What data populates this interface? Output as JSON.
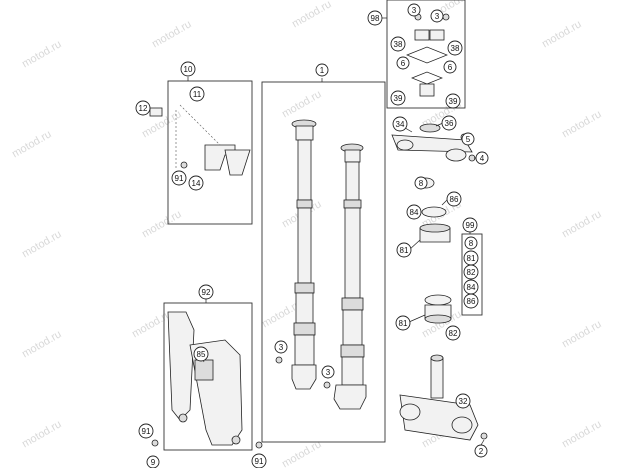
{
  "watermark": "motod.ru",
  "callouts": [
    {
      "id": "1",
      "label": "1"
    },
    {
      "id": "98",
      "label": "98"
    },
    {
      "id": "3a",
      "label": "3"
    },
    {
      "id": "3b",
      "label": "3"
    },
    {
      "id": "38a",
      "label": "38"
    },
    {
      "id": "38b",
      "label": "38"
    },
    {
      "id": "6a",
      "label": "6"
    },
    {
      "id": "6b",
      "label": "6"
    },
    {
      "id": "39a",
      "label": "39"
    },
    {
      "id": "39b",
      "label": "39"
    },
    {
      "id": "10",
      "label": "10"
    },
    {
      "id": "11",
      "label": "11"
    },
    {
      "id": "12",
      "label": "12"
    },
    {
      "id": "91a",
      "label": "91"
    },
    {
      "id": "14",
      "label": "14"
    },
    {
      "id": "34",
      "label": "34"
    },
    {
      "id": "36",
      "label": "36"
    },
    {
      "id": "5",
      "label": "5"
    },
    {
      "id": "4",
      "label": "4"
    },
    {
      "id": "8a",
      "label": "8"
    },
    {
      "id": "86a",
      "label": "86"
    },
    {
      "id": "84a",
      "label": "84"
    },
    {
      "id": "99",
      "label": "99"
    },
    {
      "id": "8b",
      "label": "8"
    },
    {
      "id": "81a",
      "label": "81"
    },
    {
      "id": "82a",
      "label": "82"
    },
    {
      "id": "84b",
      "label": "84"
    },
    {
      "id": "86b",
      "label": "86"
    },
    {
      "id": "81b",
      "label": "81"
    },
    {
      "id": "81c",
      "label": "81"
    },
    {
      "id": "82b",
      "label": "82"
    },
    {
      "id": "92",
      "label": "92"
    },
    {
      "id": "85",
      "label": "85"
    },
    {
      "id": "3c",
      "label": "3"
    },
    {
      "id": "3d",
      "label": "3"
    },
    {
      "id": "32",
      "label": "32"
    },
    {
      "id": "2",
      "label": "2"
    },
    {
      "id": "91b",
      "label": "91"
    },
    {
      "id": "91c",
      "label": "91"
    },
    {
      "id": "9",
      "label": "9"
    }
  ]
}
